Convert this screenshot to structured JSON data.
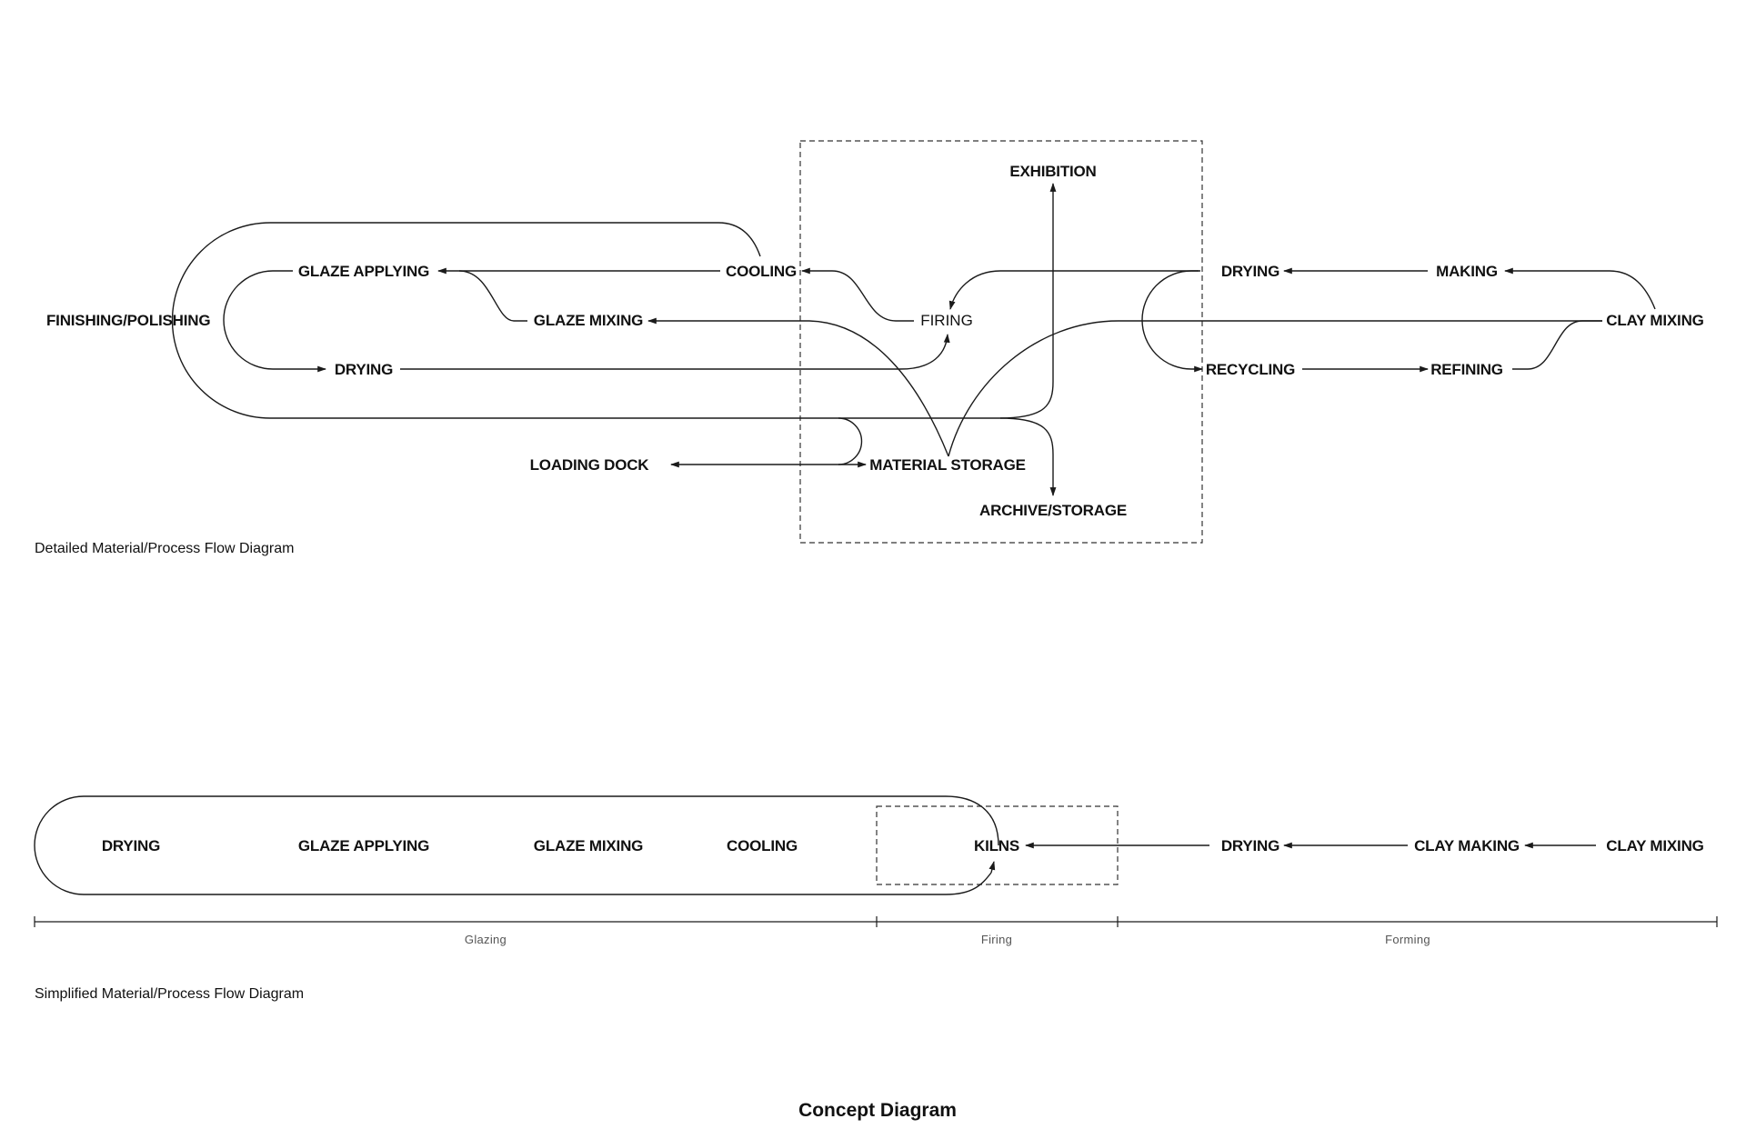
{
  "detailed": {
    "exhibition": "EXHIBITION",
    "glaze_applying": "GLAZE APPLYING",
    "cooling": "COOLING",
    "drying_right": "DRYING",
    "making": "MAKING",
    "finishing_polishing": "FINISHING/POLISHING",
    "glaze_mixing": "GLAZE MIXING",
    "firing": "FIRING",
    "clay_mixing": "CLAY MIXING",
    "drying_left": "DRYING",
    "recycling": "RECYCLING",
    "refining": "REFINING",
    "loading_dock": "LOADING DOCK",
    "material_storage": "MATERIAL STORAGE",
    "archive_storage": "ARCHIVE/STORAGE",
    "caption": "Detailed Material/Process Flow Diagram"
  },
  "simplified": {
    "drying_left": "DRYING",
    "glaze_applying": "GLAZE APPLYING",
    "glaze_mixing": "GLAZE MIXING",
    "cooling": "COOLING",
    "kilns": "KILNS",
    "drying_right": "DRYING",
    "clay_making": "CLAY MAKING",
    "clay_mixing": "CLAY MIXING",
    "phases": [
      "Glazing",
      "Firing",
      "Forming"
    ],
    "caption": "Simplified Material/Process Flow Diagram"
  },
  "title": "Concept Diagram"
}
